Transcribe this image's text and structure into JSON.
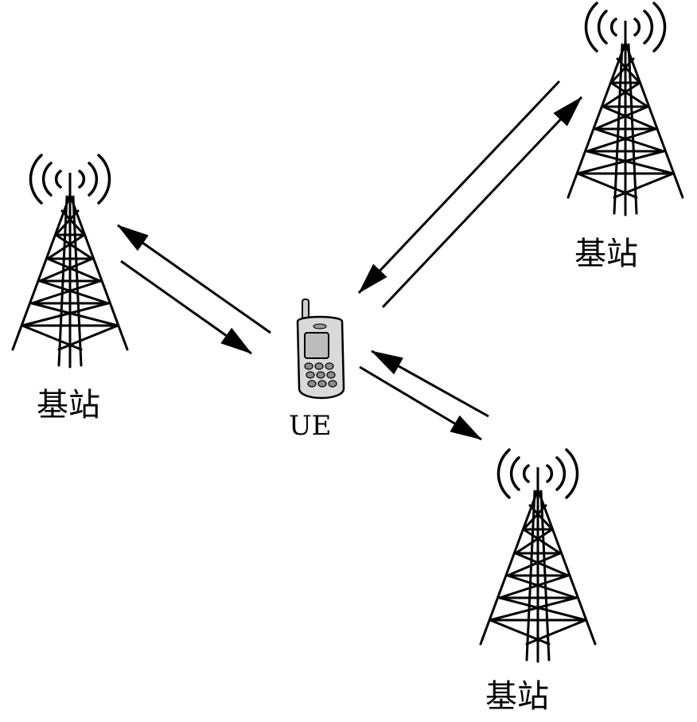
{
  "diagram": {
    "ue_label": "UE",
    "base_station_labels": [
      "基站",
      "基站",
      "基站"
    ],
    "icons": {
      "ue": "mobile-phone-icon",
      "base_station": "cell-tower-icon",
      "signal": "radio-waves-icon"
    },
    "colors": {
      "ink": "#000000",
      "phone_body": "#d9d9d9",
      "phone_screen": "#bcbcbc",
      "background": "#ffffff"
    }
  }
}
